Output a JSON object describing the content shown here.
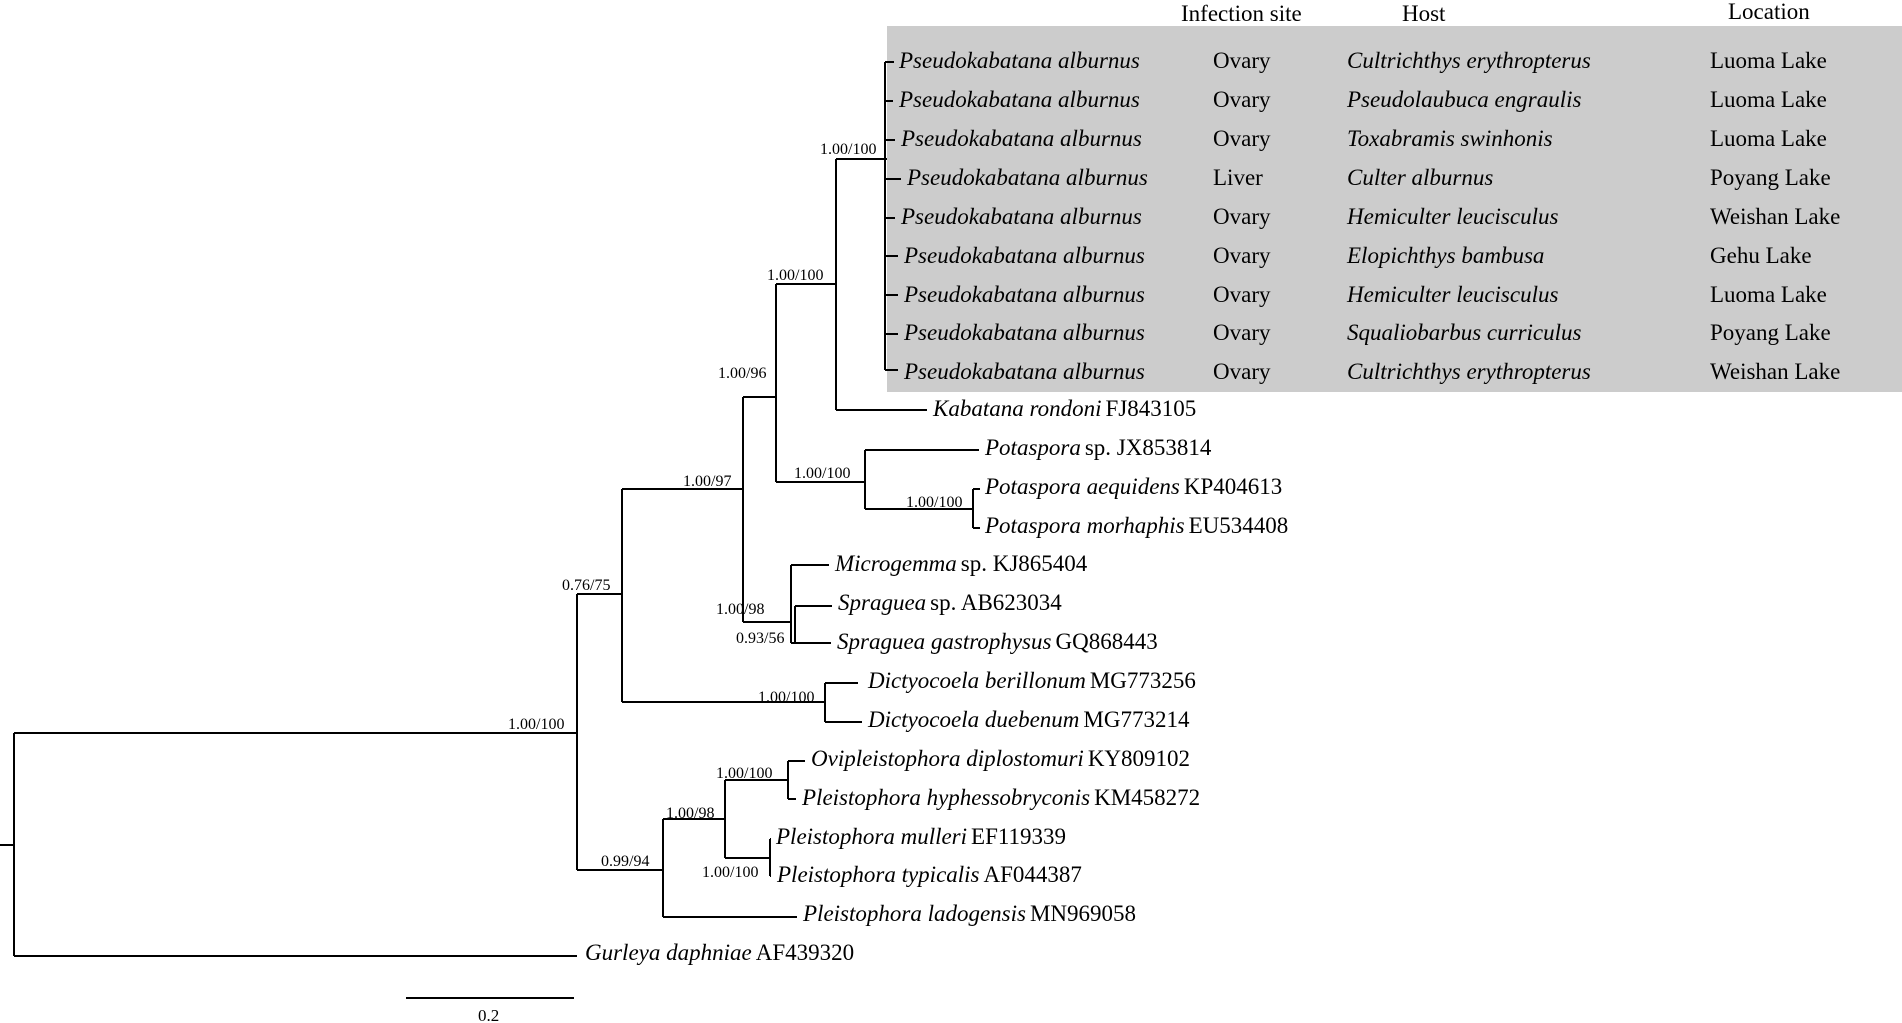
{
  "table": {
    "headers": {
      "infection_site": "Infection site",
      "host": "Host",
      "location": "Location"
    },
    "highlight_color": "#cccccc",
    "rows": [
      {
        "species": "Pseudokabatana alburnus",
        "site": "Ovary",
        "host": "Cultrichthys erythropterus",
        "location": "Luoma Lake"
      },
      {
        "species": "Pseudokabatana alburnus",
        "site": "Ovary",
        "host": "Pseudolaubuca engraulis",
        "location": "Luoma Lake"
      },
      {
        "species": "Pseudokabatana alburnus",
        "site": "Ovary",
        "host": "Toxabramis swinhonis",
        "location": "Luoma Lake"
      },
      {
        "species": "Pseudokabatana alburnus",
        "site": "Liver",
        "host": "Culter alburnus",
        "location": "Poyang Lake"
      },
      {
        "species": "Pseudokabatana alburnus",
        "site": "Ovary",
        "host": "Hemiculter leucisculus",
        "location": "Weishan Lake"
      },
      {
        "species": "Pseudokabatana alburnus",
        "site": "Ovary",
        "host": "Elopichthys bambusa",
        "location": "Gehu Lake"
      },
      {
        "species": "Pseudokabatana alburnus",
        "site": "Ovary",
        "host": "Hemiculter leucisculus",
        "location": "Luoma Lake"
      },
      {
        "species": "Pseudokabatana alburnus",
        "site": "Ovary",
        "host": "Squaliobarbus curriculus",
        "location": "Poyang Lake"
      },
      {
        "species": "Pseudokabatana alburnus",
        "site": "Ovary",
        "host": "Cultrichthys erythropterus",
        "location": "Weishan Lake"
      }
    ]
  },
  "taxa": [
    {
      "species": "Kabatana rondoni",
      "accession": "FJ843105"
    },
    {
      "species": "Potaspora",
      "accession": "sp. JX853814"
    },
    {
      "species": "Potaspora aequidens",
      "accession": "KP404613"
    },
    {
      "species": "Potaspora morhaphis",
      "accession": "EU534408"
    },
    {
      "species": "Microgemma",
      "accession": "sp. KJ865404"
    },
    {
      "species": "Spraguea",
      "accession": "sp. AB623034"
    },
    {
      "species": "Spraguea gastrophysus",
      "accession": "GQ868443"
    },
    {
      "species": "Dictyocoela berillonum",
      "accession": "MG773256"
    },
    {
      "species": "Dictyocoela duebenum",
      "accession": "MG773214"
    },
    {
      "species": "Ovipleistophora diplostomuri",
      "accession": "KY809102"
    },
    {
      "species": "Pleistophora hyphessobryconis",
      "accession": "KM458272"
    },
    {
      "species": "Pleistophora mulleri",
      "accession": "EF119339"
    },
    {
      "species": "Pleistophora typicalis",
      "accession": "AF044387"
    },
    {
      "species": "Pleistophora ladogensis",
      "accession": "MN969058"
    },
    {
      "species": "Gurleya daphniae",
      "accession": "AF439320"
    }
  ],
  "supports": [
    {
      "id": "pseudokabatana",
      "value": "1.00/100"
    },
    {
      "id": "pseudo-kabatana",
      "value": "1.00/100"
    },
    {
      "id": "kabatana-potaspora",
      "value": "1.00/96"
    },
    {
      "id": "potaspora",
      "value": "1.00/100"
    },
    {
      "id": "potaspora-pair",
      "value": "1.00/100"
    },
    {
      "id": "upper-clade",
      "value": "1.00/97"
    },
    {
      "id": "micro-spraguea",
      "value": "1.00/98"
    },
    {
      "id": "spraguea",
      "value": "0.93/56"
    },
    {
      "id": "dictyocoela",
      "value": "1.00/100"
    },
    {
      "id": "main-clade",
      "value": "0.76/75"
    },
    {
      "id": "ingroup",
      "value": "1.00/100"
    },
    {
      "id": "ovip-pleist",
      "value": "1.00/100"
    },
    {
      "id": "pleistophora",
      "value": "1.00/98"
    },
    {
      "id": "pleist-pair",
      "value": "1.00/100"
    },
    {
      "id": "pleist-clade",
      "value": "0.99/94"
    }
  ],
  "scale_bar": {
    "label": "0.2"
  }
}
